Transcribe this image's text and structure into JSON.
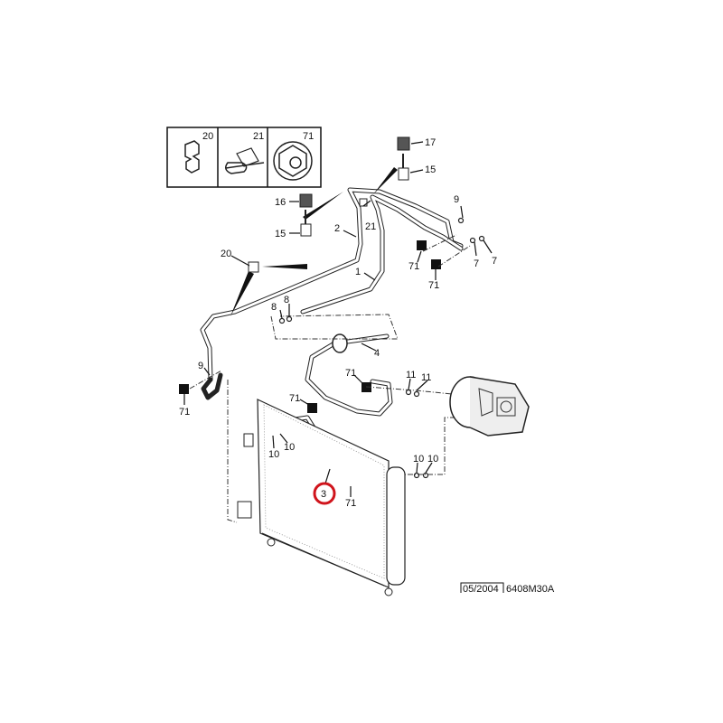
{
  "inset": {
    "items": [
      {
        "label": "20",
        "icon": "clip-icon"
      },
      {
        "label": "21",
        "icon": "bracket-icon"
      },
      {
        "label": "71",
        "icon": "nut-icon"
      }
    ]
  },
  "callouts": {
    "c17": "17",
    "c15a": "15",
    "c16": "16",
    "c15b": "15",
    "c21": "21",
    "c2": "2",
    "c9a": "9",
    "c71a": "71",
    "c7a": "7",
    "c7b": "7",
    "c71b": "71",
    "c20": "20",
    "c1": "1",
    "c8a": "8",
    "c8b": "8",
    "c4": "4",
    "c9b": "9",
    "c71c": "71",
    "c71d": "71",
    "c71e": "71",
    "c11a": "11",
    "c11b": "11",
    "c10a": "10",
    "c10b": "10",
    "c10c": "10",
    "c10d": "10",
    "c3": "3",
    "c71f": "71"
  },
  "highlight": {
    "part": "3",
    "color": "#d0141c"
  },
  "footer": {
    "date": "05/2004",
    "code": "6408M30A"
  }
}
